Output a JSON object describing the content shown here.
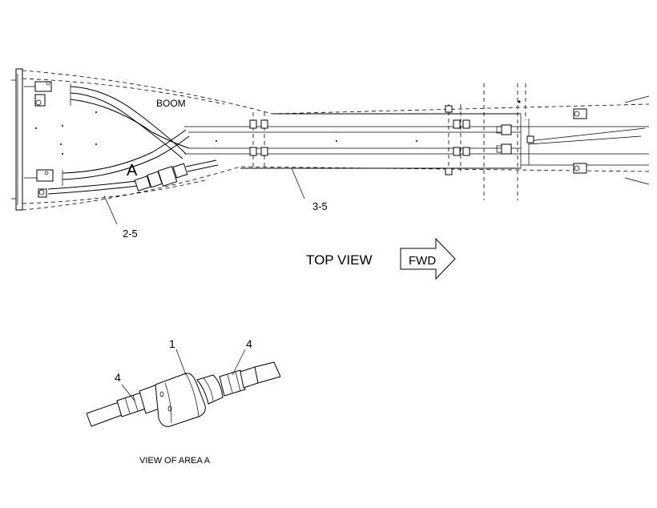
{
  "labels": {
    "boom": "BOOM",
    "area_marker": "A",
    "callout_right_hose": "3-5",
    "callout_left_hose": "2-5",
    "top_view": "TOP VIEW",
    "fwd_arrow": "FWD",
    "detail_callout_coupler": "1",
    "detail_callout_fitting_right": "4",
    "detail_callout_fitting_left": "4",
    "view_caption": "VIEW OF AREA A"
  }
}
